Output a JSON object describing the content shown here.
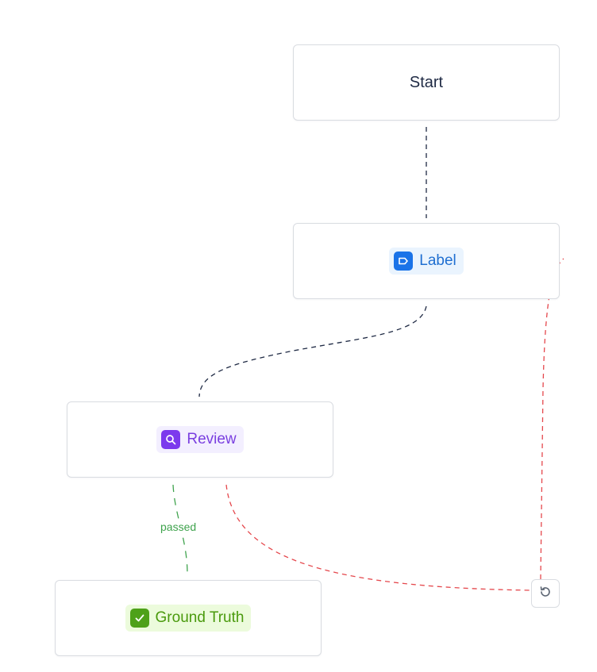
{
  "nodes": {
    "start": {
      "label": "Start"
    },
    "label": {
      "label": "Label",
      "icon": "tag-icon",
      "color": "#1a73e8"
    },
    "review": {
      "label": "Review",
      "icon": "search-icon",
      "color": "#7c3aed"
    },
    "ground_truth": {
      "label": "Ground Truth",
      "icon": "check-icon",
      "color": "#4ea11a"
    }
  },
  "edges": {
    "start_to_label": {
      "color": "#1f2a44"
    },
    "label_to_review": {
      "color": "#1f2a44"
    },
    "review_to_ground_truth": {
      "label": "passed",
      "color": "#3fa34d"
    },
    "review_reject_loop": {
      "icon": "undo-icon",
      "color": "#e5484d"
    }
  }
}
